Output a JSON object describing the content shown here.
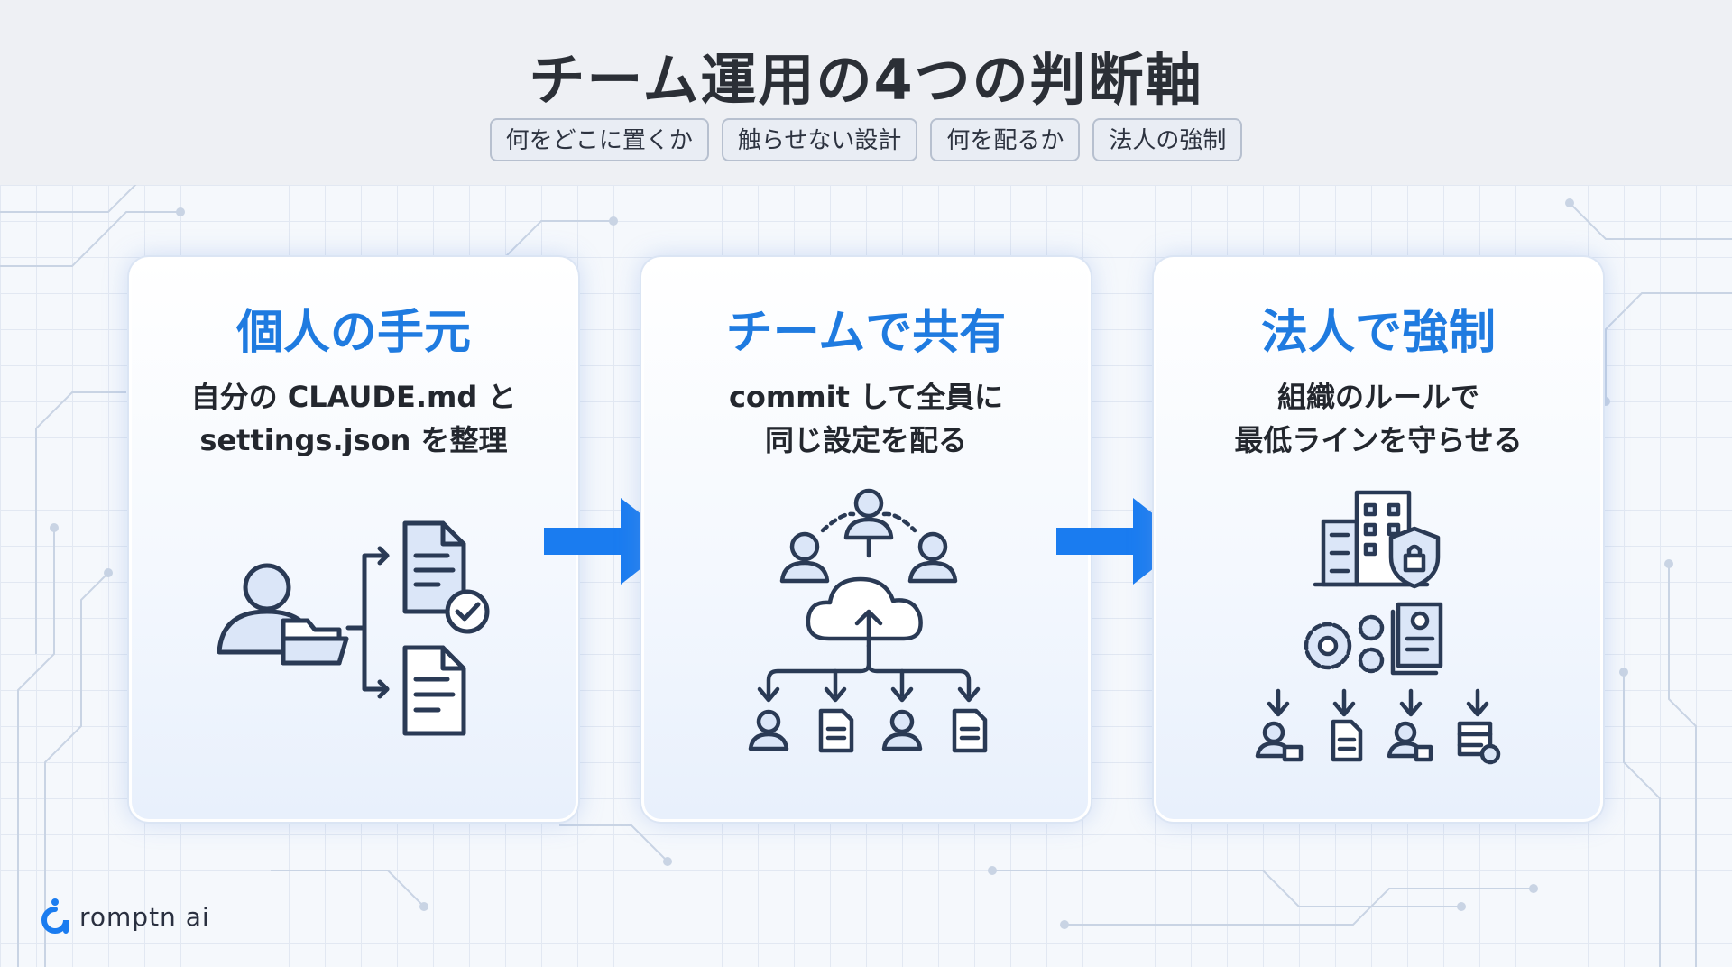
{
  "header": {
    "title": "チーム運用の4つの判断軸",
    "tags": [
      "何をどこに置くか",
      "触らせない設計",
      "何を配るか",
      "法人の強制"
    ]
  },
  "cards": [
    {
      "title": "個人の手元",
      "desc": [
        "自分の CLAUDE.md と",
        "settings.json を整理"
      ],
      "icon": "user-folder-documents-icon"
    },
    {
      "title": "チームで共有",
      "desc": [
        "commit して全員に",
        "同じ設定を配る"
      ],
      "icon": "cloud-distribution-icon"
    },
    {
      "title": "法人で強制",
      "desc": [
        "組織のルールで",
        "最低ラインを守らせる"
      ],
      "icon": "organization-policy-icon"
    }
  ],
  "logo": {
    "text": "romptn ai"
  },
  "colors": {
    "accent": "#1f7be0",
    "arrow": "#1a7cf0",
    "icon_stroke": "#2a3a55",
    "icon_fill": "#dbe6f8"
  }
}
